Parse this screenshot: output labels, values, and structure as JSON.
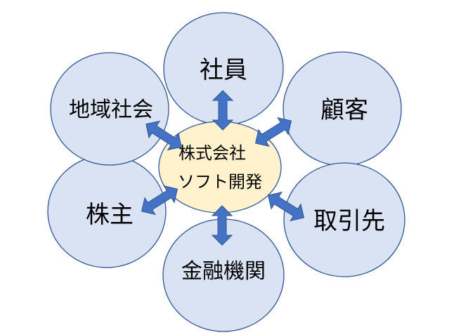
{
  "colors": {
    "node_fill": "#dae3f3",
    "node_stroke": "#2f5597",
    "center_fill": "#fff2cc",
    "arrow_fill": "#4472c4"
  },
  "center": {
    "line1": "株式会社",
    "line2": "ソフト開発"
  },
  "nodes": {
    "employees": "社員",
    "customers": "顧客",
    "suppliers": "取引先",
    "banks": "金融機関",
    "shareholders": "株主",
    "community": "地域社会"
  }
}
